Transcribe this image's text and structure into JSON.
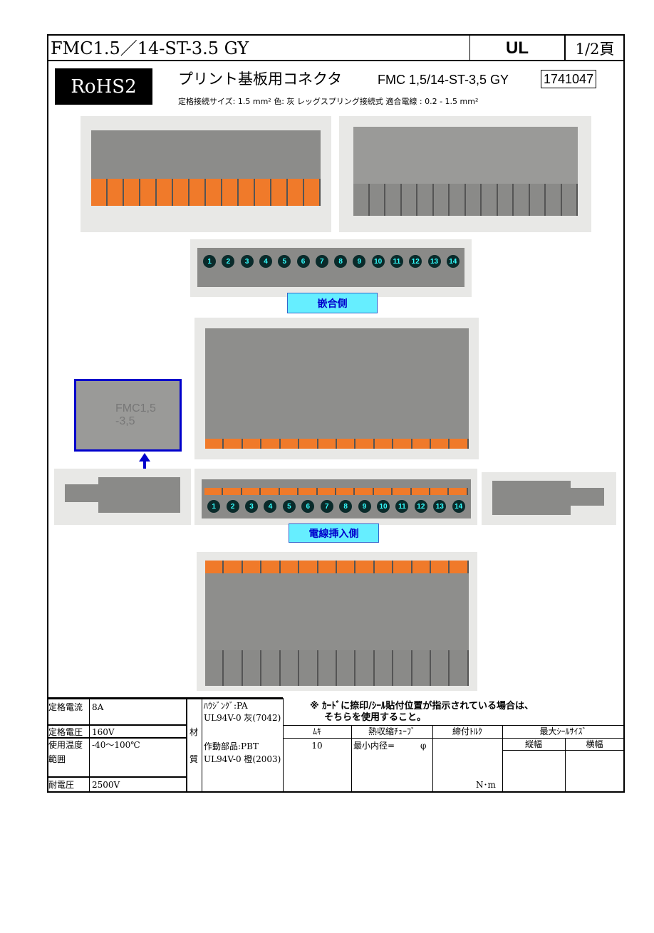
{
  "header": {
    "title": "FMC1.5／14-ST-3.5 GY",
    "cert": "UL",
    "page": "1/2頁"
  },
  "product": {
    "rohs": "RoHS2",
    "name_jp": "プリント基板用コネクタ",
    "model": "FMC 1,5/14-ST-3,5 GY",
    "part_no": "1741047",
    "specs_line": "定格接続サイズ: 1.5 mm² 色: 灰 レッグスプリング接続式 適合電線 : 0.2 - 1.5 mm²"
  },
  "views": {
    "mating_side": "嵌合側",
    "wire_side": "電線挿入側",
    "pin_numbers": [
      "1",
      "2",
      "3",
      "4",
      "5",
      "6",
      "7",
      "8",
      "9",
      "10",
      "11",
      "12",
      "13",
      "14"
    ],
    "inset_marking": "FMC1,5 -3,5"
  },
  "colors": {
    "housing": "#8a8a88",
    "actuator": "#f07a2a",
    "label_bg": "#66eeff",
    "arrow": "#0000cc"
  },
  "table": {
    "rated_current_label": "定格電流",
    "rated_current": "8A",
    "rated_voltage_label": "定格電圧",
    "rated_voltage": "160V",
    "temp_label1": "使用温度",
    "temp_label2": "範囲",
    "temp": "-40～100℃",
    "withstand_label": "耐電圧",
    "withstand": "2500V",
    "material_label1": "材",
    "material_label2": "質",
    "housing_mat": "ﾊｳｼﾞﾝｸﾞ:PA",
    "housing_grade": "UL94V-0 灰(7042)",
    "actuator_mat": "作動部品:PBT",
    "actuator_grade": "UL94V-0 橙(2003)",
    "note1": "※ ｶｰﾄﾞに捺印/ｼｰﾙ貼付位置が指示されている場合は、",
    "note2": "そちらを使用すること。",
    "strip_label": "ﾑｷ",
    "strip_value": "10",
    "tube_label": "熱収縮ﾁｭｰﾌﾞ",
    "tube_value": "最小内径=",
    "tube_unit": "φ",
    "torque_label": "締付ﾄﾙｸ",
    "torque_unit": "N･m",
    "seal_label": "最大ｼｰﾙｻｲｽﾞ",
    "seal_height": "縦幅",
    "seal_width": "横幅"
  }
}
